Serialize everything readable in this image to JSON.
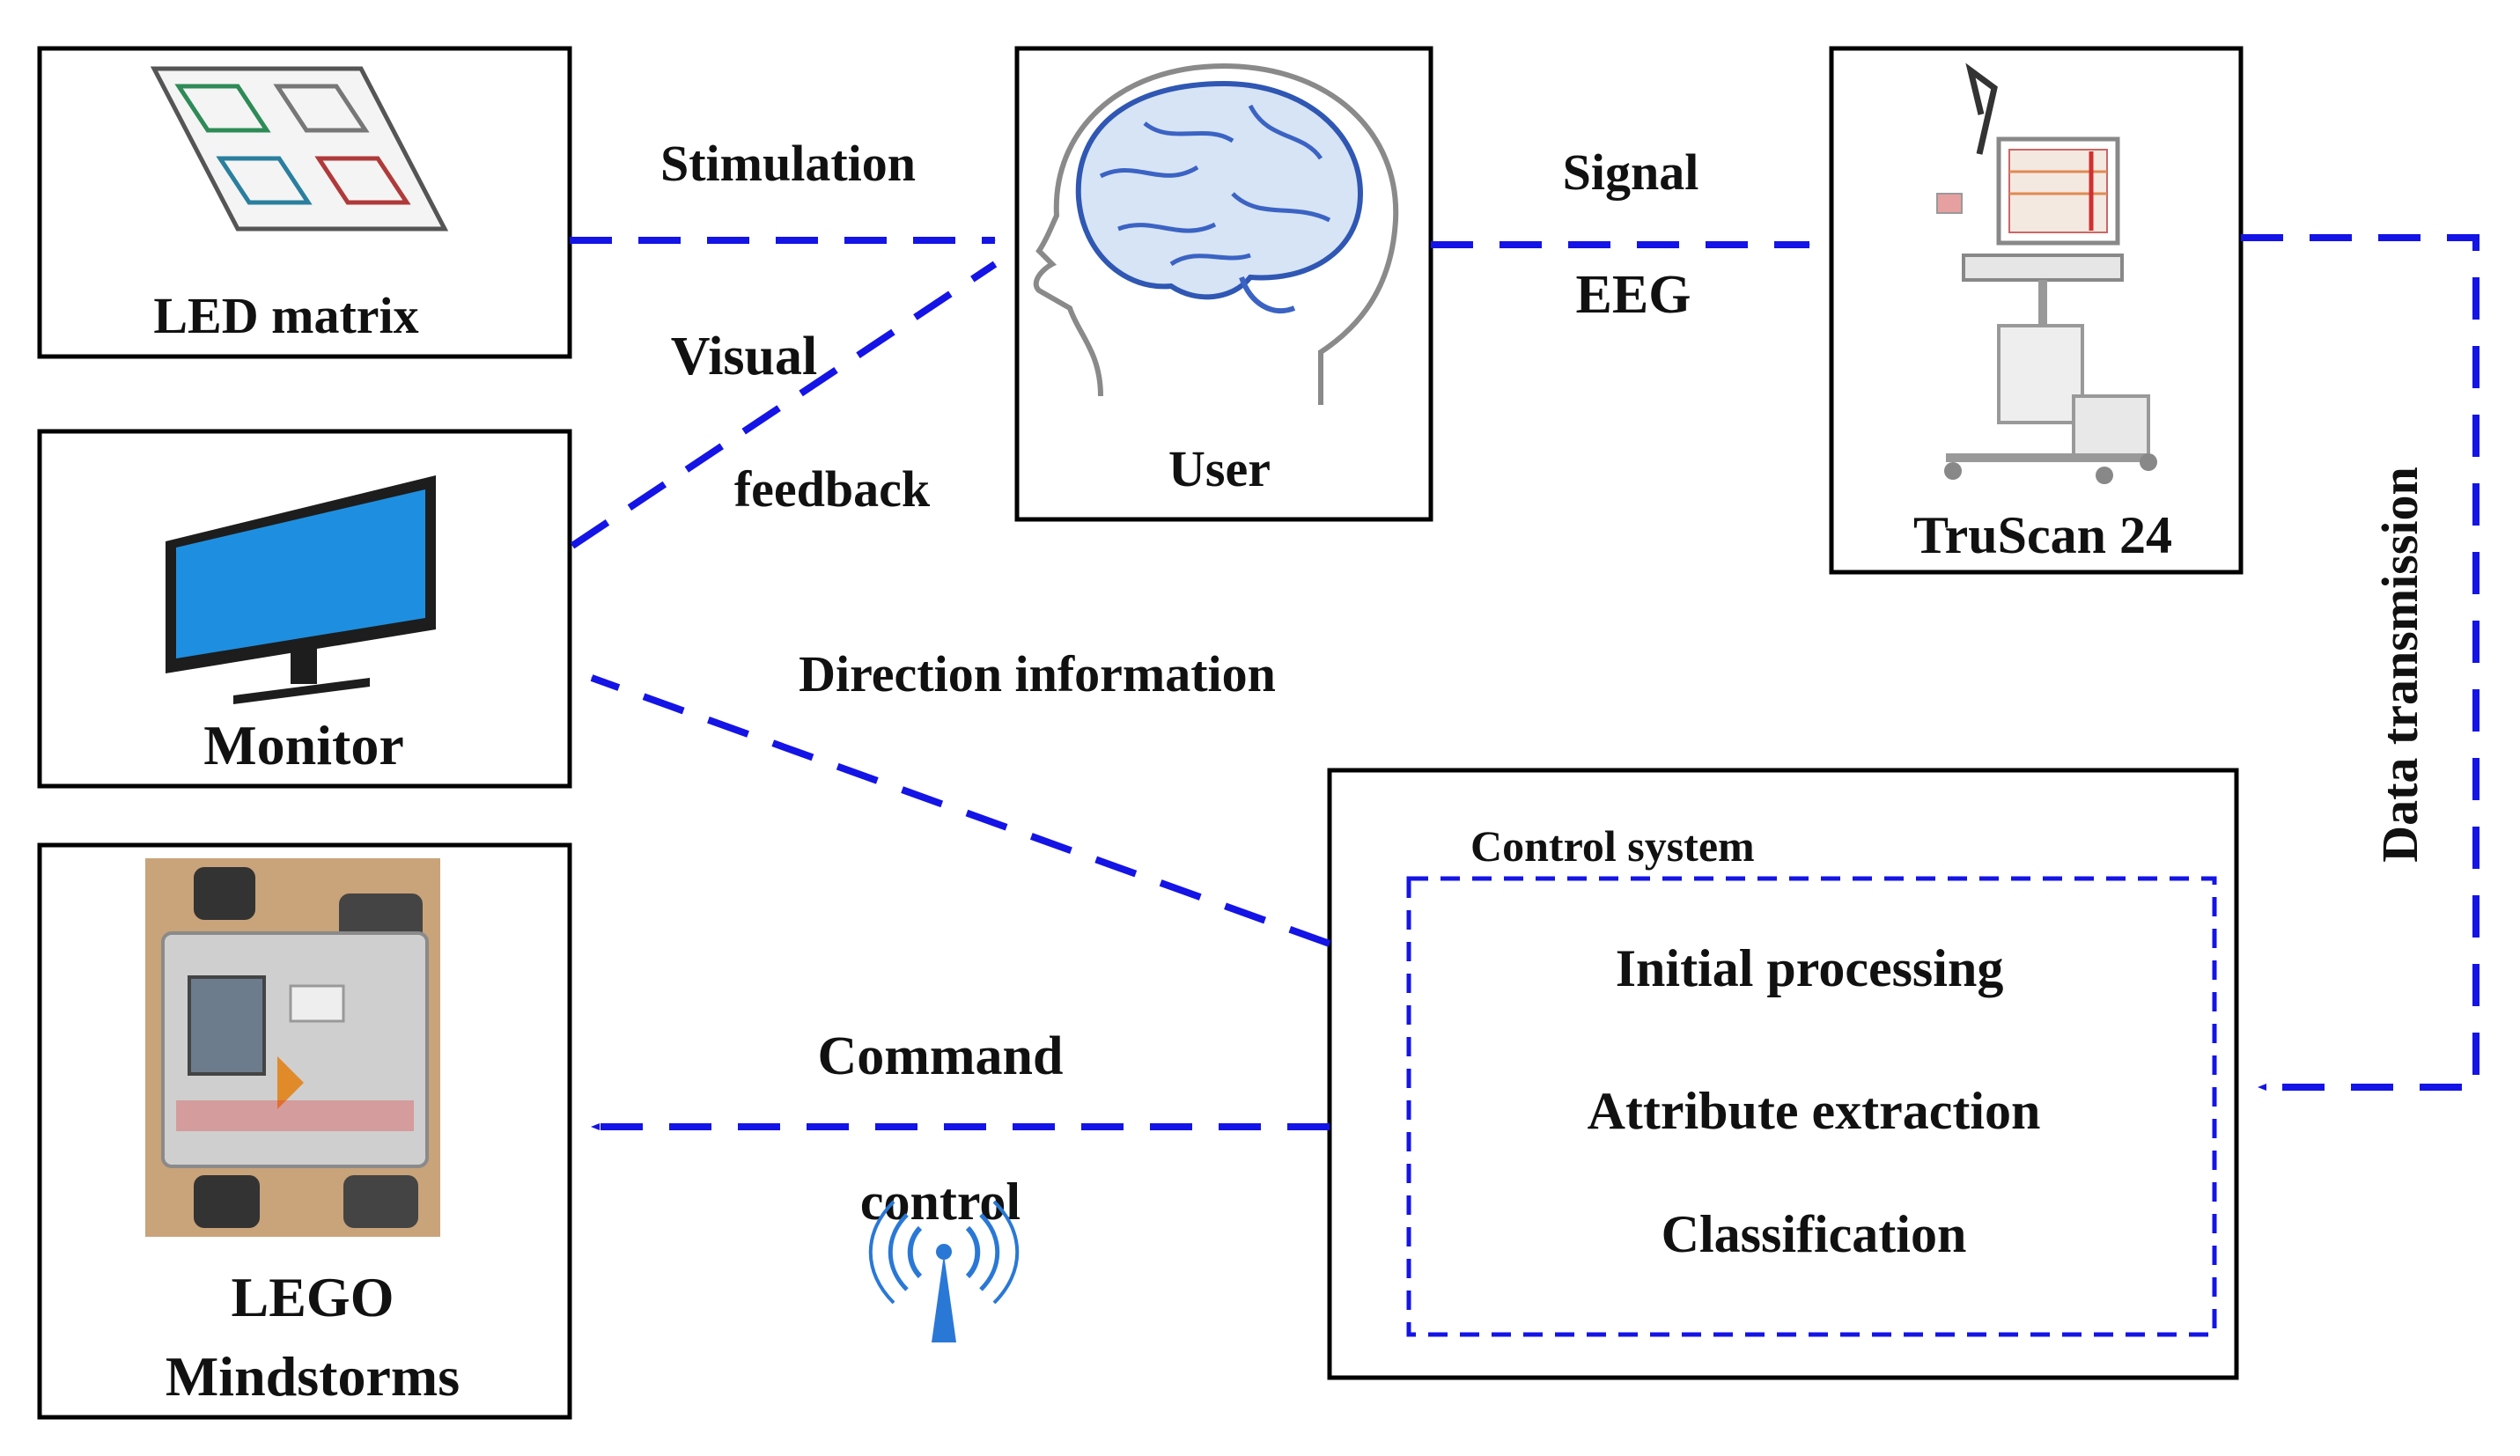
{
  "nodes": {
    "led_matrix": "LED matrix",
    "user": "User",
    "truscan": "TruScan 24",
    "monitor": "Monitor",
    "lego_line1": "LEGO",
    "lego_line2": "Mindstorms",
    "control_system": "Control system",
    "steps": [
      "Initial processing",
      "Attribute extraction",
      "Classification"
    ]
  },
  "edges": {
    "stimulation": "Stimulation",
    "signal": "Signal",
    "eeg": "EEG",
    "visual": "Visual",
    "feedback": "feedback",
    "data_transmission": "Data transmission",
    "direction_information": "Direction information",
    "command": "Command",
    "control": "control"
  },
  "colors": {
    "flow": "#1414e6",
    "box_border": "#000000"
  }
}
